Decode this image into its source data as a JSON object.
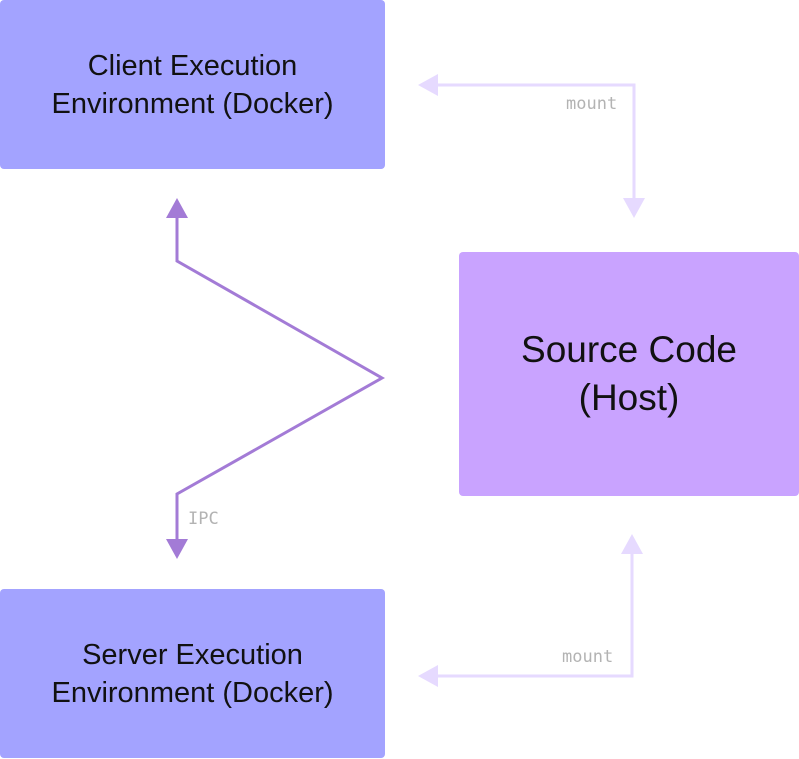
{
  "nodes": {
    "client": {
      "line1": "Client Execution",
      "line2": "Environment (Docker)"
    },
    "server": {
      "line1": "Server Execution",
      "line2": "Environment (Docker)"
    },
    "source": {
      "line1": "Source Code",
      "line2": "(Host)"
    }
  },
  "edges": {
    "client_mount_label": "mount",
    "server_mount_label": "mount",
    "ipc_label": "IPC"
  },
  "colors": {
    "environment_box": "#a3a3ff",
    "source_box": "#c9a3ff",
    "ipc_arrow": "#a37bd6",
    "mount_arrow": "#e6daff",
    "edge_label": "#b3b3b3"
  }
}
